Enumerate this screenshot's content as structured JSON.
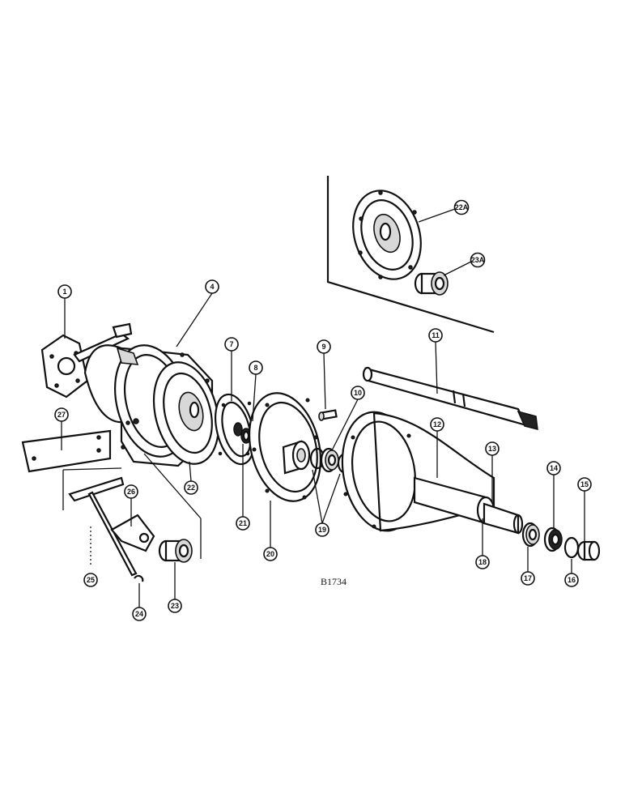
{
  "callouts": {
    "c1": "1",
    "c4": "4",
    "c7": "7",
    "c8": "8",
    "c9": "9",
    "c10": "10",
    "c11": "11",
    "c12": "12",
    "c13": "13",
    "c14": "14",
    "c15": "15",
    "c16": "16",
    "c17": "17",
    "c18": "18",
    "c19": "19",
    "c20": "20",
    "c21": "21",
    "c22": "22",
    "c22a": "22A",
    "c23": "23",
    "c23a": "23A",
    "c24": "24",
    "c25": "25",
    "c26": "26",
    "c27": "27"
  },
  "drawing_number": "B1734"
}
